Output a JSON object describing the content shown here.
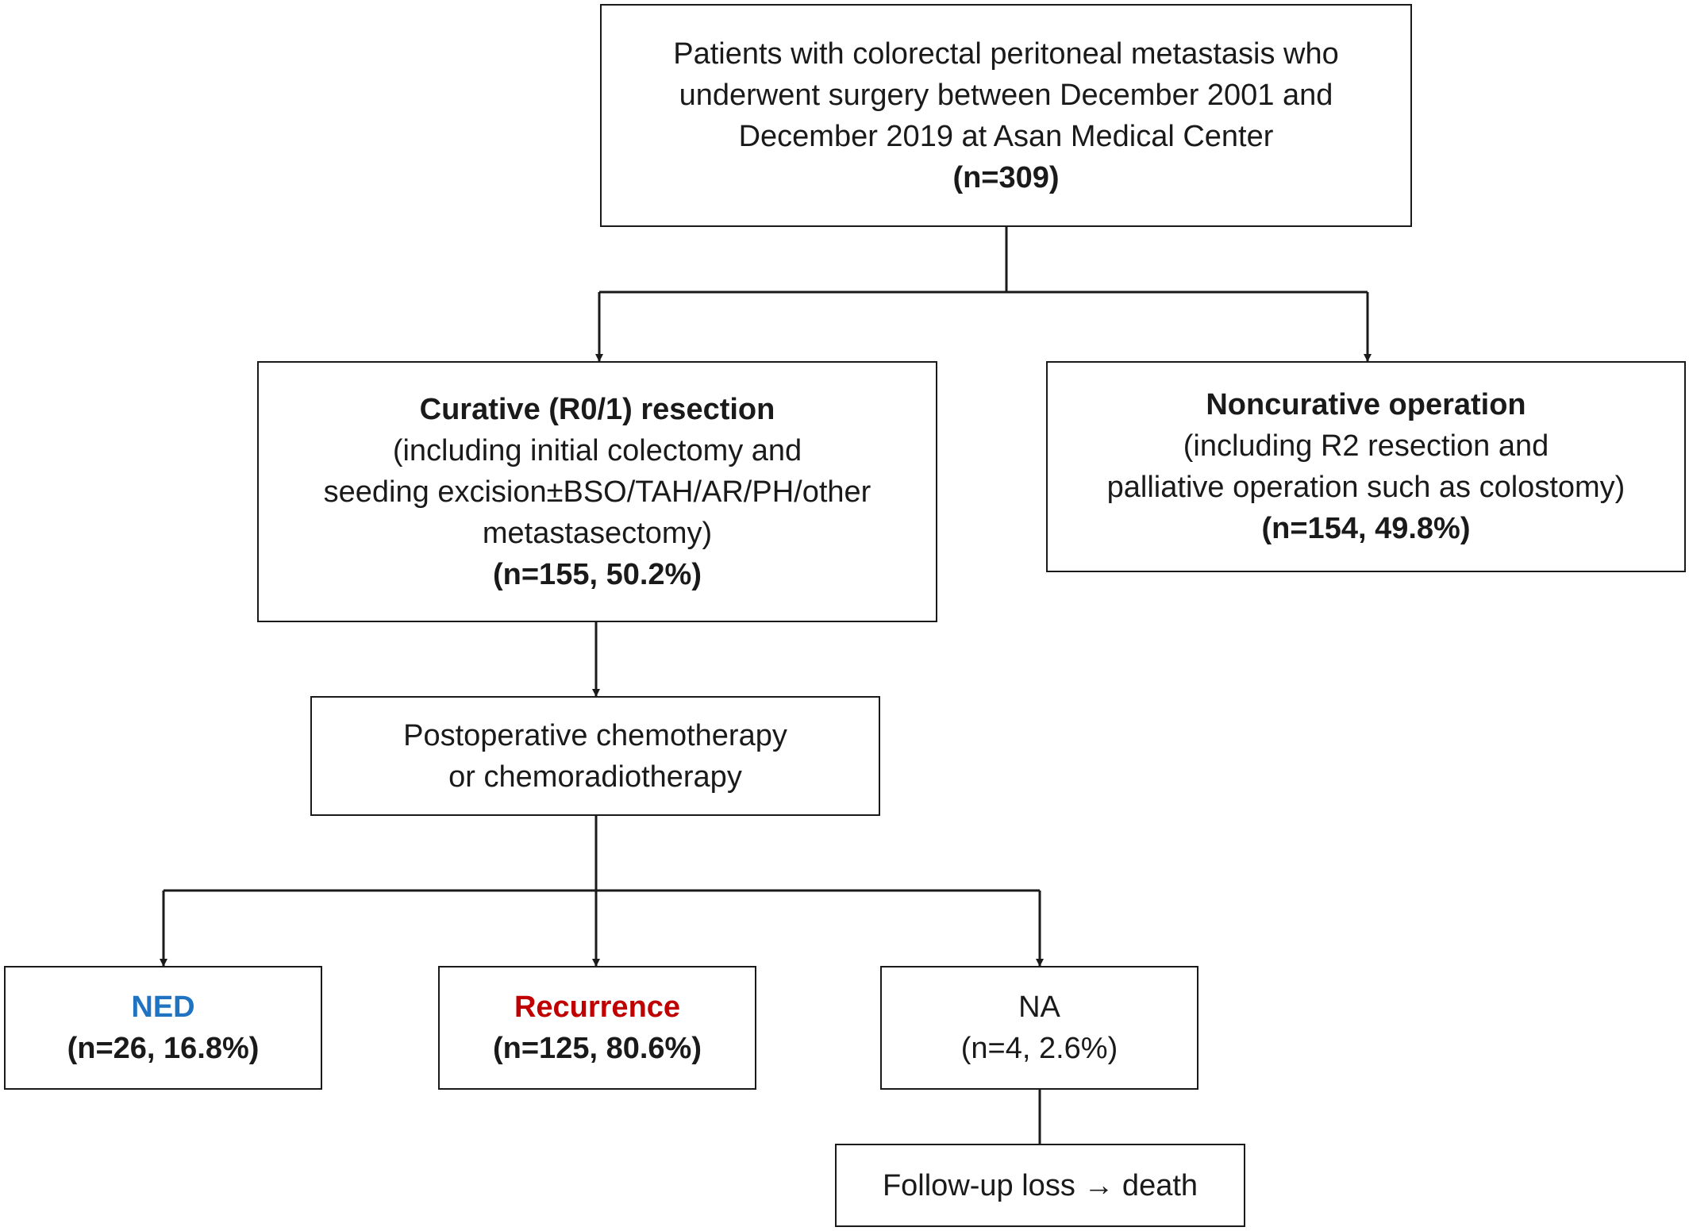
{
  "boxes": {
    "root": {
      "lines": [
        "Patients with colorectal peritoneal metastasis who",
        "underwent surgery between December 2001 and",
        "December 2019 at Asan Medical Center"
      ],
      "count": "(n=309)"
    },
    "curative": {
      "title": "Curative (R0/1) resection",
      "lines": [
        "(including initial colectomy and",
        "seeding excision±BSO/TAH/AR/PH/other",
        "metastasectomy)"
      ],
      "count": "(n=155, 50.2%)"
    },
    "noncurative": {
      "title": "Noncurative operation",
      "lines": [
        "(including R2 resection and",
        "palliative operation such as colostomy)"
      ],
      "count": "(n=154, 49.8%)"
    },
    "chemo": {
      "lines": [
        "Postoperative chemotherapy",
        "or chemoradiotherapy"
      ]
    },
    "ned": {
      "title": "NED",
      "count": "(n=26, 16.8%)",
      "color": "#1f73c1"
    },
    "recurrence": {
      "title": "Recurrence",
      "count": "(n=125, 80.6%)",
      "color": "#c00000"
    },
    "na": {
      "title": "NA",
      "count": "(n=4, 2.6%)"
    },
    "followup": {
      "label": "Follow-up loss → death"
    }
  }
}
